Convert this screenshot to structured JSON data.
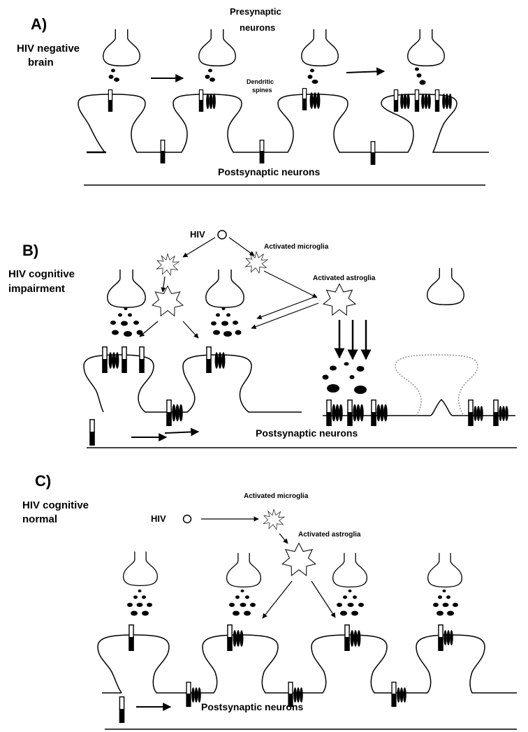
{
  "panelA": {
    "letter": "A)",
    "title_line1": "HIV negative",
    "title_line2": "brain",
    "presynaptic_line1": "Presynaptic",
    "presynaptic_line2": "neurons",
    "dendritic_line1": "Dendritic",
    "dendritic_line2": "spines",
    "postsynaptic": "Postsynaptic neurons"
  },
  "panelB": {
    "letter": "B)",
    "title_line1": "HIV cognitive",
    "title_line2": "impairment",
    "hiv": "HIV",
    "microglia": "Activated  microglia",
    "astroglia": "Activated  astroglia",
    "postsynaptic": "Postsynaptic neurons"
  },
  "panelC": {
    "letter": "C)",
    "title_line1": "HIV cognitive",
    "title_line2": "normal",
    "hiv": "HIV",
    "microglia": "Activated microglia",
    "astroglia": "Activated astroglia",
    "postsynaptic": "Postsynaptic neurons"
  }
}
